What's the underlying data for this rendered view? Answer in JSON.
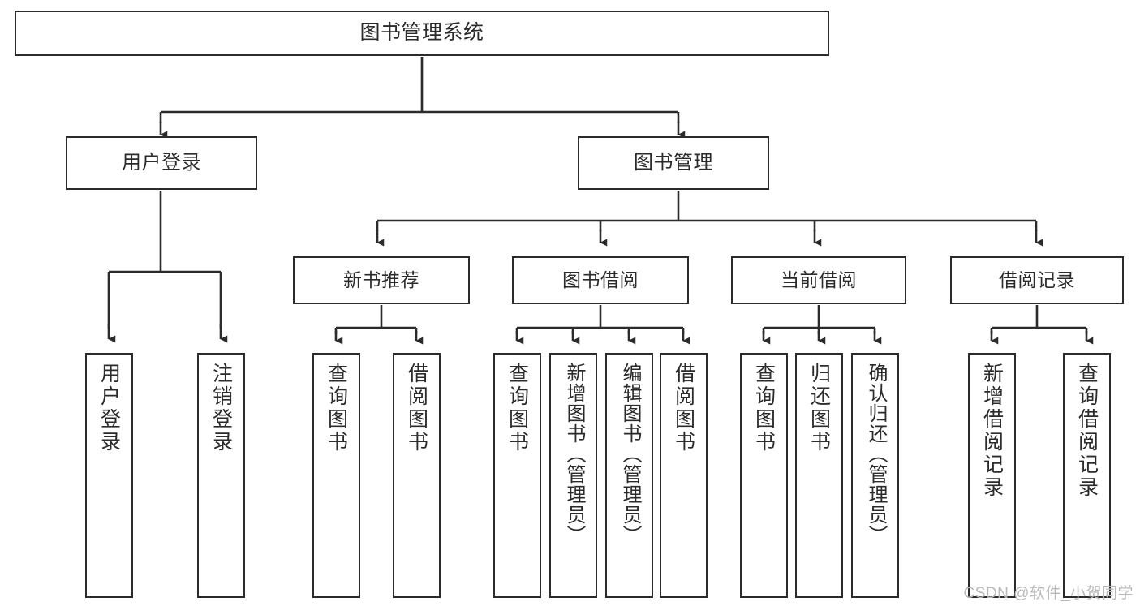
{
  "diagram": {
    "kind": "hierarchy-tree",
    "title": "图书管理系统",
    "orientation": "top-down",
    "colors": {
      "box_stroke": "#2b2b2b",
      "box_fill": "#ffffff",
      "connector": "#2b2b2b",
      "text": "#2b2b2b",
      "watermark": "#b9b9b9",
      "background": "#ffffff"
    },
    "nodes": {
      "root": {
        "label": "图书管理系统"
      },
      "level1": [
        {
          "id": "user-login",
          "label": "用户登录"
        },
        {
          "id": "book-manage",
          "label": "图书管理"
        }
      ],
      "level2": [
        {
          "id": "new-book-rec",
          "label": "新书推荐"
        },
        {
          "id": "book-borrow",
          "label": "图书借阅"
        },
        {
          "id": "current-borrow",
          "label": "当前借阅"
        },
        {
          "id": "borrow-record",
          "label": "借阅记录"
        }
      ],
      "leaves": {
        "user-login": [
          {
            "id": "leaf-user-login",
            "label": "用户登录"
          },
          {
            "id": "leaf-logout-login",
            "label": "注销登录"
          }
        ],
        "new-book-rec": [
          {
            "id": "leaf-query-book-1",
            "label": "查询图书"
          },
          {
            "id": "leaf-borrow-book-1",
            "label": "借阅图书"
          }
        ],
        "book-borrow": [
          {
            "id": "leaf-query-book-2",
            "label": "查询图书"
          },
          {
            "id": "leaf-add-book",
            "label": "新增图书（管理员）"
          },
          {
            "id": "leaf-edit-book",
            "label": "编辑图书（管理员）"
          },
          {
            "id": "leaf-borrow-book-2",
            "label": "借阅图书"
          }
        ],
        "current-borrow": [
          {
            "id": "leaf-query-book-3",
            "label": "查询图书"
          },
          {
            "id": "leaf-return-book",
            "label": "归还图书"
          },
          {
            "id": "leaf-confirm-return",
            "label": "确认归还（管理员）"
          }
        ],
        "borrow-record": [
          {
            "id": "leaf-add-record",
            "label": "新增借阅记录"
          },
          {
            "id": "leaf-query-record",
            "label": "查询借阅记录"
          }
        ]
      }
    },
    "watermark": "CSDN @软件_小贺同学"
  }
}
